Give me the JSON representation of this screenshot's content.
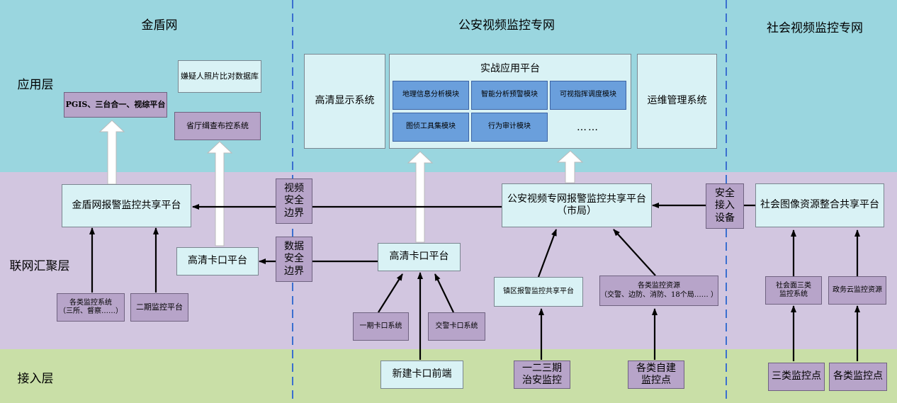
{
  "headers": {
    "jindun": "金盾网",
    "gongan": "公安视频监控专网",
    "shehui": "社会视频监控专网"
  },
  "layers": {
    "app": "应用层",
    "net": "联网汇聚层",
    "access": "接入层"
  },
  "jindun": {
    "pgis": "PGIS、三台合一、视综平台",
    "suspect_db": "嫌疑人照片比对数据库",
    "province": "省厅缉查布控系统",
    "share_platform": "金盾网报警监控共享平台",
    "hd_checkpoint": "高清卡口平台",
    "monitor_sys_l1": "各类监控系统",
    "monitor_sys_l2": "（三所、督察……）",
    "phase2": "二期监控平台"
  },
  "gongan": {
    "hd_display": "高清显示系统",
    "combat_title": "实战应用平台",
    "modules": [
      "地理信息分析模块",
      "智能分析预警模块",
      "可视指挥调度模块",
      "图侦工具集模块",
      "行为审计模块"
    ],
    "ellipsis": "……",
    "ops": "运维管理系统",
    "share_platform_l1": "公安视频专网报警监控共享平台",
    "share_platform_l2": "（市局）",
    "hd_checkpoint": "高清卡口平台",
    "phase1_checkpoint": "一期卡口系统",
    "traffic_checkpoint": "交警卡口系统",
    "town_platform": "镇区报警监控共享平台",
    "resources_l1": "各类监控资源",
    "resources_l2": "（交警、边防、消防、18个局…… ）",
    "new_front_end": "新建卡口前端",
    "security_l1": "一二三期",
    "security_l2": "治安监控",
    "self_built_l1": "各类自建",
    "self_built_l2": "监控点"
  },
  "borders": {
    "video": [
      "视频",
      "安全",
      "边界"
    ],
    "data": [
      "数据",
      "安全",
      "边界"
    ],
    "access": [
      "安全",
      "接入",
      "设备"
    ]
  },
  "shehui": {
    "integration": "社会图像资源整合共享平台",
    "class3_sys_l1": "社会面三类",
    "class3_sys_l2": "监控系统",
    "gov_cloud": "政务云监控资源",
    "class3_points": "三类监控点",
    "all_points": "各类监控点"
  },
  "colors": {
    "app_band": "#9ad6df",
    "net_band": "#d2c6e0",
    "access_band": "#c9dfa7",
    "divider": "#3a6fd0",
    "module": "#6a9fdc",
    "purple_box": "#b7a4c9",
    "cyan_box": "#d9f2f5"
  }
}
